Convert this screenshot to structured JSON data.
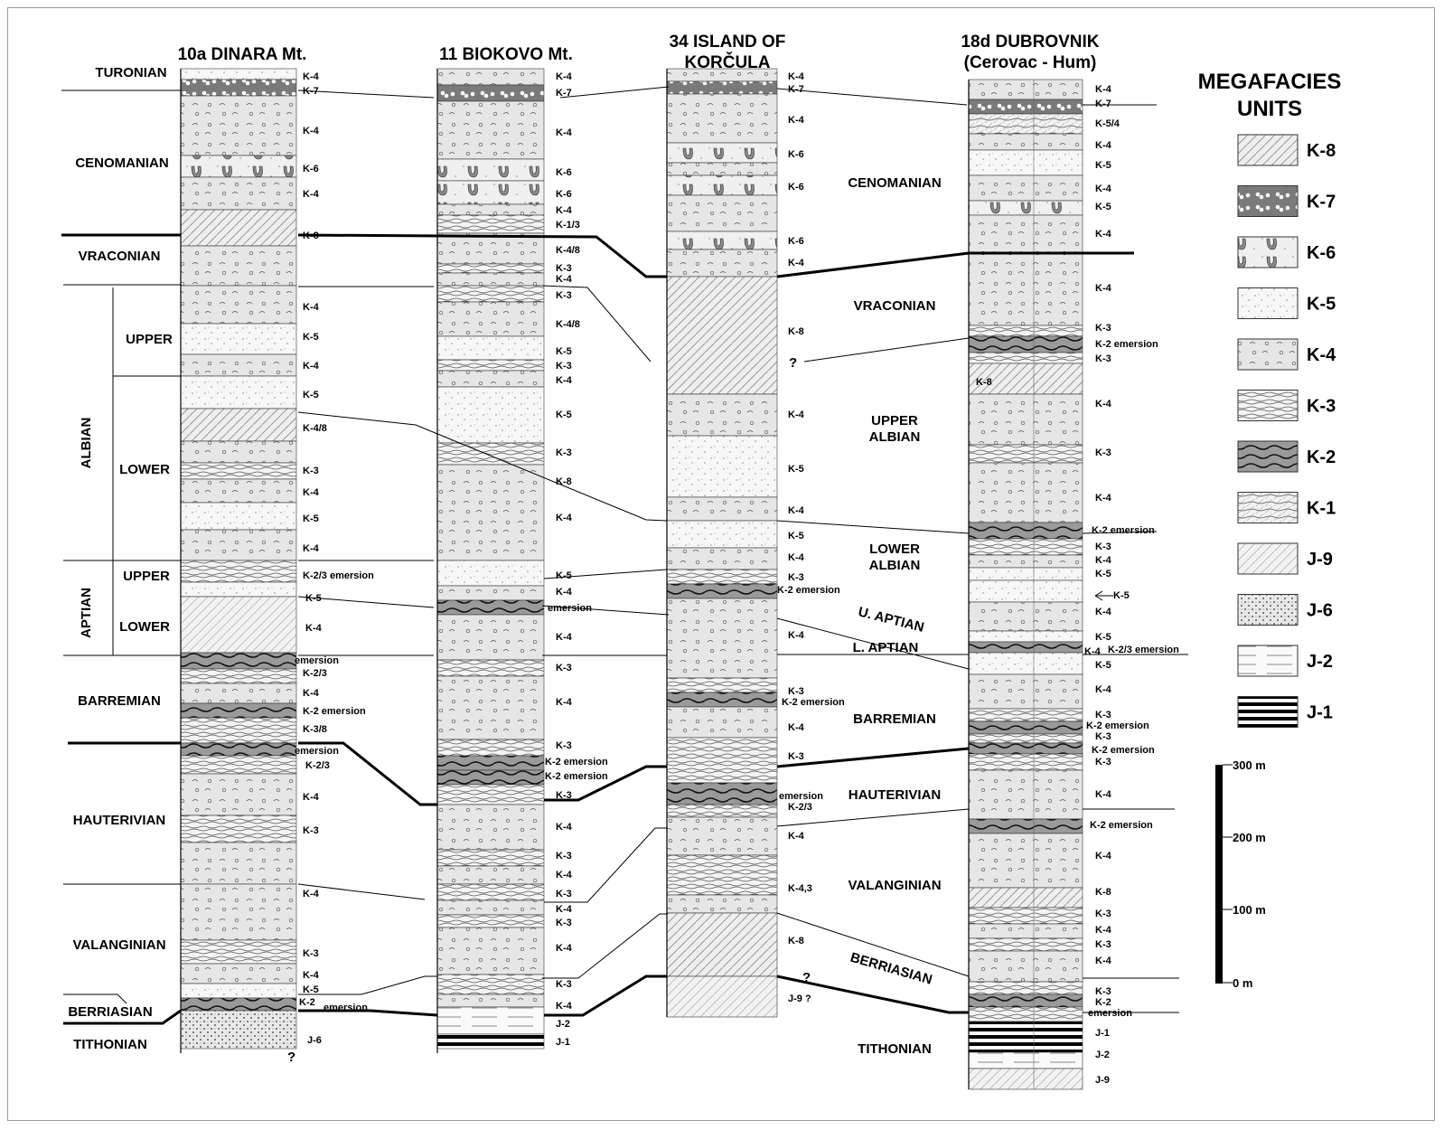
{
  "title": "",
  "columns": [
    {
      "name": "10a DINARA Mt."
    },
    {
      "name": "11 BIOKOVO Mt."
    },
    {
      "name": "34  ISLAND OF\nKORČULA",
      "line1": "34  ISLAND OF",
      "line2": "KORČULA"
    },
    {
      "name": "18d DUBROVNIK\n(Cerovac - Hum)",
      "line1": "18d DUBROVNIK",
      "line2": "(Cerovac - Hum)"
    }
  ],
  "stages_left": [
    "TURONIAN",
    "CENOMANIAN",
    "VRACONIAN",
    "ALBIAN",
    "UPPER",
    "LOWER",
    "APTIAN",
    "UPPER",
    "LOWER",
    "BARREMIAN",
    "HAUTERIVIAN",
    "VALANGINIAN",
    "BERRIASIAN",
    "TITHONIAN"
  ],
  "stages_right": [
    "CENOMANIAN",
    "VRACONIAN",
    "UPPER",
    "ALBIAN",
    "LOWER",
    "ALBIAN",
    "U. APTIAN",
    "L. APTIAN",
    "BARREMIAN",
    "HAUTERIVIAN",
    "VALANGINIAN",
    "BERRIASIAN",
    "TITHONIAN"
  ],
  "col1_labels": [
    "K-4",
    "K-7",
    "K-4",
    "K-6",
    "K-4",
    "K-8",
    "K-4",
    "K-5",
    "K-4",
    "K-5",
    "K-4/8",
    "K-3",
    "K-4",
    "K-5",
    "K-4",
    "K-2/3 emersion",
    "K-5",
    "K-4",
    "emersion",
    "K-2/3",
    "K-4",
    "K-2 emersion",
    "K-3/8",
    "emersion",
    "K-2/3",
    "K-4",
    "K-3",
    "K-4",
    "K-3",
    "K-4",
    "K-5",
    "K-2",
    "emersion",
    "J-6",
    "?"
  ],
  "col2_labels": [
    "K-4",
    "K-7",
    "K-4",
    "K-6",
    "K-6",
    "K-4",
    "K-1/3",
    "K-4/8",
    "K-3",
    "K-4",
    "K-3",
    "K-4/8",
    "K-5",
    "K-3",
    "K-4",
    "K-5",
    "K-3",
    "K-8",
    "K-4",
    "K-5",
    "K-4",
    "emersion",
    "K-4",
    "K-3",
    "K-4",
    "K-3",
    "K-2 emersion",
    "K-2 emersion",
    "K-3",
    "K-4",
    "K-3",
    "K-4",
    "K-3",
    "K-4",
    "K-3",
    "K-4",
    "K-3",
    "K-4",
    "J-2",
    "J-1",
    "?"
  ],
  "col3_labels": [
    "K-4",
    "K-7",
    "K-4",
    "K-6",
    "K-6",
    "K-6",
    "K-4",
    "K-8",
    "?",
    "K-4",
    "K-5",
    "K-4",
    "K-5",
    "K-4",
    "K-3",
    "K-2 emersion",
    "K-4",
    "K-3",
    "K-2 emersion",
    "K-4",
    "K-3",
    "emersion",
    "K-2/3",
    "K-4",
    "K-4,3",
    "K-8",
    "?",
    "J-9 ?"
  ],
  "col4_labels": [
    "K-4",
    "K-7",
    "K-5/4",
    "K-4",
    "K-5",
    "K-4",
    "K-5",
    "K-4",
    "K-4",
    "K-3",
    "K-2 emersion",
    "K-3",
    "K-8",
    "K-4",
    "K-3",
    "K-4",
    "K-2 emersion",
    "K-3",
    "K-4",
    "K-5",
    "K-5",
    "K-4",
    "K-5",
    "K-4",
    "K-2/3 emersion",
    "K-5",
    "K-4",
    "K-3",
    "K-2 emersion",
    "K-3",
    "K-2 emersion",
    "K-3",
    "K-4",
    "K-2 emersion",
    "K-4",
    "K-8",
    "K-3",
    "K-4",
    "K-3",
    "K-4",
    "K-3",
    "K-2",
    "emersion",
    "J-1",
    "J-2",
    "J-9"
  ],
  "legend": {
    "title_line1": "MEGAFACIES",
    "title_line2": "UNITS",
    "items": [
      "K-8",
      "K-7",
      "K-6",
      "K-5",
      "K-4",
      "K-3",
      "K-2",
      "K-1",
      "J-9",
      "J-6",
      "J-2",
      "J-1"
    ]
  },
  "scale": {
    "labels": [
      "300 m",
      "200 m",
      "100 m",
      "0 m"
    ]
  }
}
